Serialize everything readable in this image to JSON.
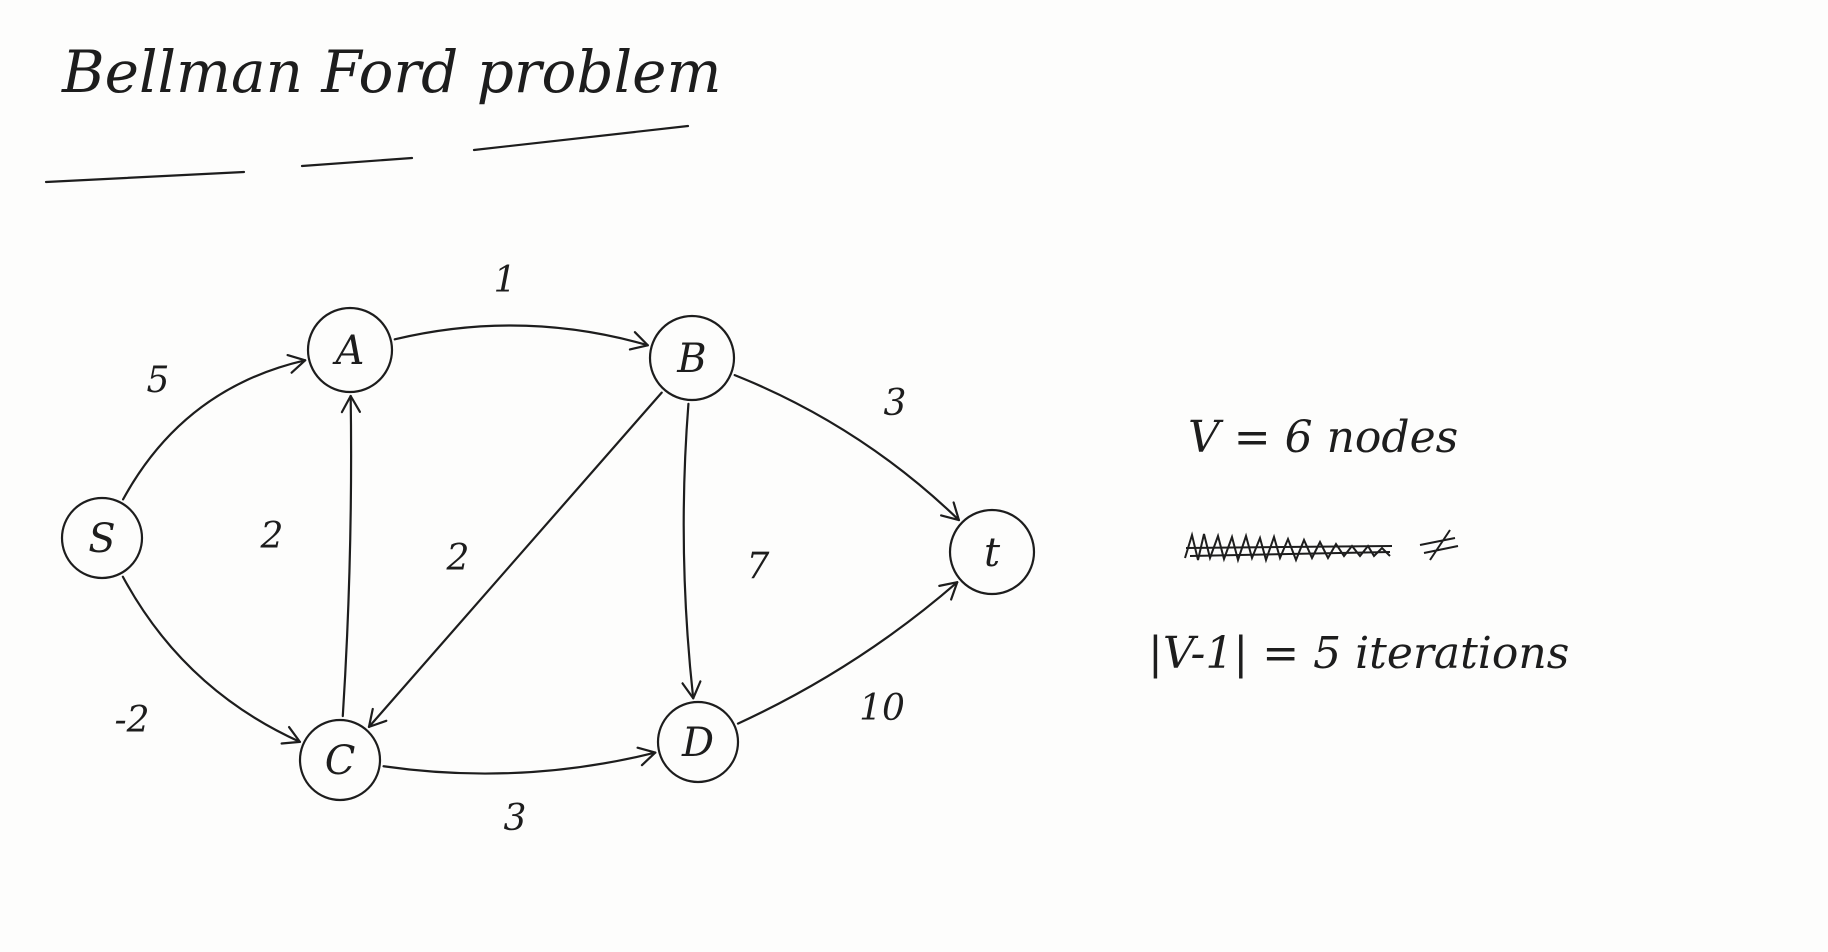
{
  "page": {
    "title": "Bellman Ford problem"
  },
  "graph": {
    "nodes": [
      {
        "id": "S",
        "label": "S"
      },
      {
        "id": "A",
        "label": "A"
      },
      {
        "id": "B",
        "label": "B"
      },
      {
        "id": "C",
        "label": "C"
      },
      {
        "id": "D",
        "label": "D"
      },
      {
        "id": "t",
        "label": "t"
      }
    ],
    "edges": [
      {
        "from": "S",
        "to": "A",
        "weight": "5"
      },
      {
        "from": "S",
        "to": "C",
        "weight": "-2"
      },
      {
        "from": "A",
        "to": "B",
        "weight": "1"
      },
      {
        "from": "C",
        "to": "A",
        "weight": "2"
      },
      {
        "from": "B",
        "to": "C",
        "weight": "2"
      },
      {
        "from": "B",
        "to": "t",
        "weight": "3"
      },
      {
        "from": "B",
        "to": "D",
        "weight": "7"
      },
      {
        "from": "C",
        "to": "D",
        "weight": "3"
      },
      {
        "from": "D",
        "to": "t",
        "weight": "10"
      }
    ]
  },
  "notes": {
    "vertex_count": "V = 6 nodes",
    "iterations": "|V-1| = 5 iterations"
  },
  "colors": {
    "ink": "#1d1d1d",
    "paper": "#fdfdfc"
  }
}
